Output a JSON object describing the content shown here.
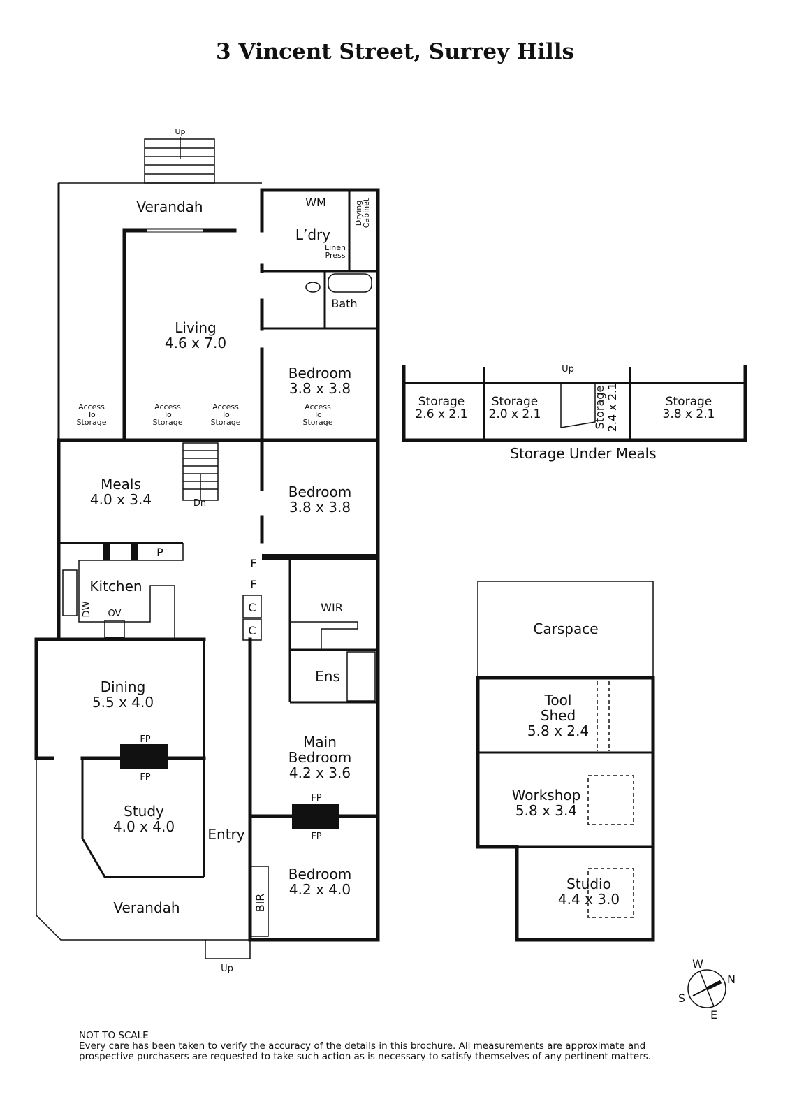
{
  "title": "3 Vincent Street, Surrey Hills",
  "rooms": {
    "verandah_top": "Verandah",
    "laundry": "L’dry",
    "wm": "WM",
    "drying": [
      "Drying",
      "Cabinet"
    ],
    "linen": [
      "Linen",
      "Press"
    ],
    "bath": "Bath",
    "living": [
      "Living",
      "4.6 x 7.0"
    ],
    "bed1": [
      "Bedroom",
      "3.8 x 3.8"
    ],
    "bed2": [
      "Bedroom",
      "3.8 x 3.8"
    ],
    "meals": [
      "Meals",
      "4.0 x 3.4"
    ],
    "kitchen": "Kitchen",
    "dw": "DW",
    "ov": "OV",
    "p": "P",
    "f1": "F",
    "f2": "F",
    "c1": "C",
    "c2": "C",
    "wir": "WIR",
    "ens": "Ens",
    "dining": [
      "Dining",
      "5.5 x 4.0"
    ],
    "study": [
      "Study",
      "4.0 x 4.0"
    ],
    "fp": "FP",
    "main_bed": [
      "Main",
      "Bedroom",
      "4.2 x 3.6"
    ],
    "bed3": [
      "Bedroom",
      "4.2 x 4.0"
    ],
    "entry": "Entry",
    "bir": "BIR",
    "verandah_bottom": "Verandah",
    "up": "Up",
    "dn": "Dn",
    "access": [
      "Access",
      "To",
      "Storage"
    ]
  },
  "storage": {
    "caption": "Storage Under Meals",
    "rooms": [
      [
        "Storage",
        "2.6 x 2.1"
      ],
      [
        "Storage",
        "2.0 x 2.1"
      ],
      [
        "Storage",
        "2.4 x 2.1"
      ],
      [
        "Storage",
        "3.8 x 2.1"
      ]
    ],
    "up": "Up"
  },
  "outbuildings": {
    "carspace": "Carspace",
    "tool_shed": [
      "Tool",
      "Shed",
      "5.8 x 2.4"
    ],
    "workshop": [
      "Workshop",
      "5.8 x 3.4"
    ],
    "studio": [
      "Studio",
      "4.4 x 3.0"
    ]
  },
  "compass": {
    "w": "W",
    "n": "N",
    "s": "S",
    "e": "E"
  },
  "disclaimer": {
    "heading": "NOT TO SCALE",
    "lines": [
      "Every care has been taken to verify the accuracy of the details in this brochure. All measurements are approximate and",
      "prospective purchasers are requested to take such action as is necessary to satisfy themselves of any pertinent matters."
    ]
  }
}
